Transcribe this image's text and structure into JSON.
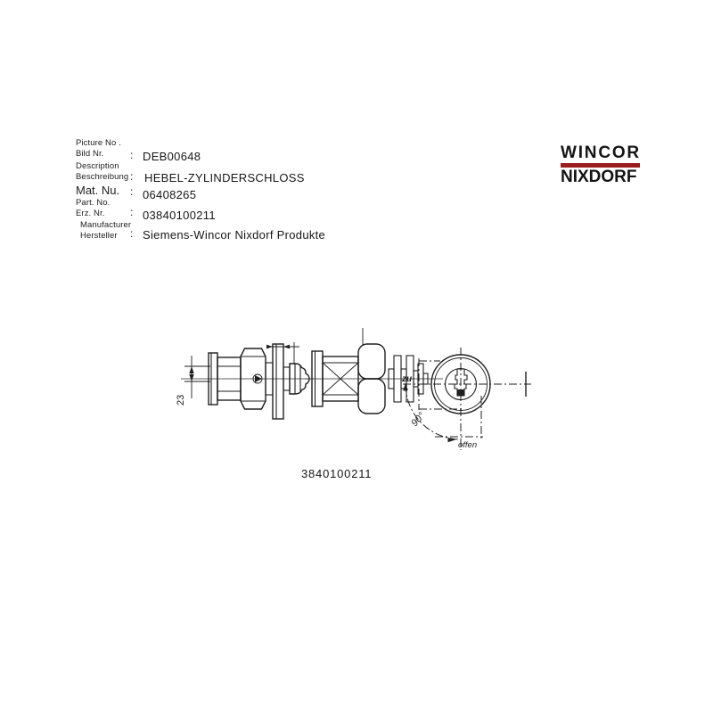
{
  "document": {
    "fields": {
      "picture_no_en": "Picture No .",
      "picture_no_de": "Bild Nr.",
      "picture_no_value": "DEB00648",
      "description_en": "Description",
      "description_de": "Beschreibung",
      "description_value": "HEBEL-ZYLINDERSCHLOSS",
      "mat_nu_label": "Mat. Nu.",
      "part_no_label": "Part. No.",
      "mat_nu_value": "06408265",
      "erz_nr_label": "Erz. Nr.",
      "erz_nr_value": "03840100211",
      "manufacturer_en": "Manufacturer",
      "manufacturer_de": "Hersteller",
      "manufacturer_value": "Siemens-Wincor Nixdorf Produkte",
      "colon": ":"
    },
    "logo": {
      "line1": "WINCOR",
      "line2": "NIXDORF",
      "bar_color": "#9b1c1c",
      "text_color": "#141414"
    },
    "drawing": {
      "dim_label": "23",
      "closed_label": "zu",
      "open_label": "offen",
      "angle_label": "90°",
      "caption": "3840100211"
    }
  }
}
